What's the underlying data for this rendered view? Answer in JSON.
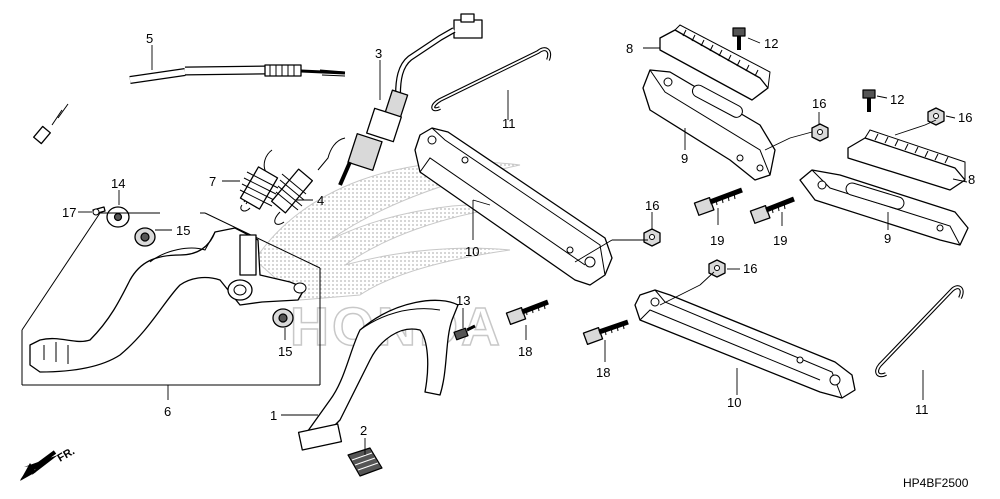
{
  "labels": {
    "p1": "1",
    "p2": "2",
    "p3": "3",
    "p4": "4",
    "p5": "5",
    "p6": "6",
    "p7": "7",
    "p8": "8",
    "p9": "9",
    "p10": "10",
    "p11": "11",
    "p12": "12",
    "p13": "13",
    "p14": "14",
    "p15": "15",
    "p16": "16",
    "p17": "17",
    "p18": "18",
    "p19": "19"
  },
  "front_label": "FR.",
  "diagram_code": "HP4BF2500",
  "watermark": {
    "wordmark": "HONDA"
  }
}
